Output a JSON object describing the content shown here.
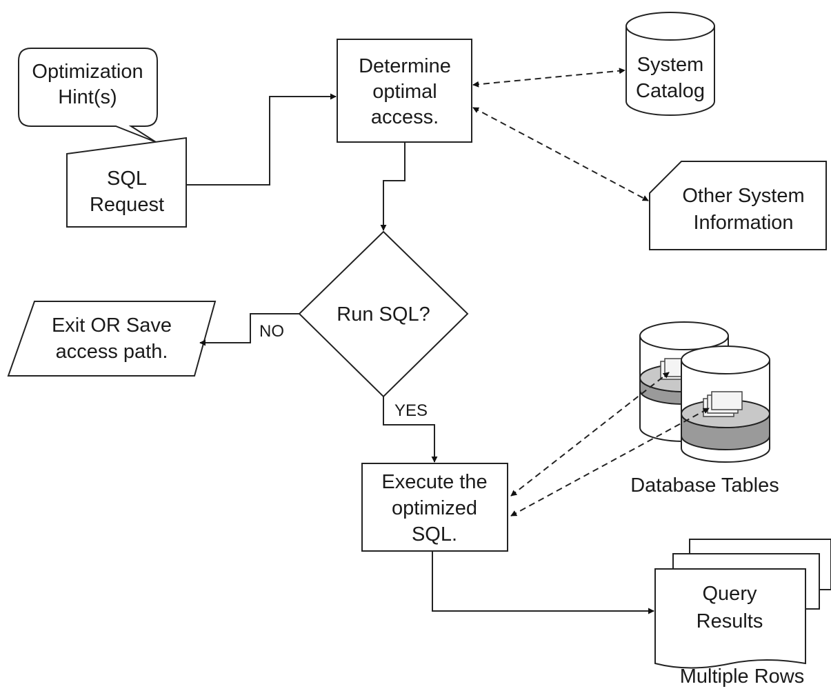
{
  "nodes": {
    "hint": [
      "Optimization",
      "Hint(s)"
    ],
    "sql_request": [
      "SQL",
      "Request"
    ],
    "determine": [
      "Determine",
      "optimal",
      "access."
    ],
    "catalog": [
      "System",
      "Catalog"
    ],
    "other_info": [
      "Other System",
      "Information"
    ],
    "decision": "Run SQL?",
    "exit": [
      "Exit OR Save",
      "access path."
    ],
    "execute": [
      "Execute the",
      "optimized",
      "SQL."
    ],
    "database_tables": "Database Tables",
    "results": [
      "Query",
      "Results"
    ],
    "multiple_rows": "Multiple Rows"
  },
  "edges": {
    "no_label": "NO",
    "yes_label": "YES"
  }
}
